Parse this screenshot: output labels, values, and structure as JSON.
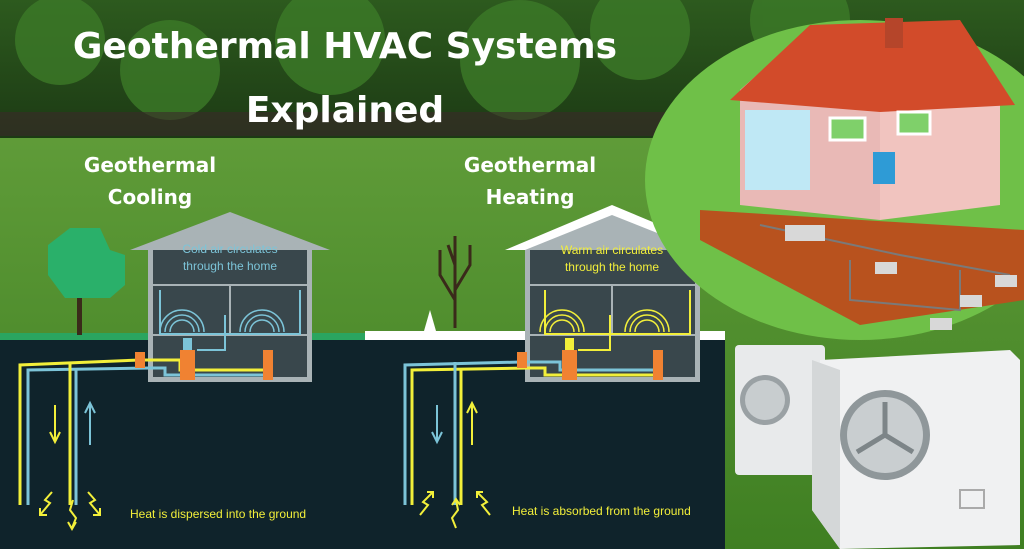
{
  "title": {
    "line1": "Geothermal HVAC Systems",
    "line2": "Explained"
  },
  "cooling": {
    "heading_line1": "Geothermal",
    "heading_line2": "Cooling",
    "house_text_line1": "Cold air circulates",
    "house_text_line2": "through the home",
    "ground_caption": "Heat is dispersed into the ground",
    "accent": "#7cc4d8"
  },
  "heating": {
    "heading_line1": "Geothermal",
    "heading_line2": "Heating",
    "house_text_line1": "Warm air circulates",
    "house_text_line2": "through the home",
    "ground_caption": "Heat is absorbed from the ground",
    "accent": "#f2ef3a"
  },
  "colors": {
    "ground": "#0f232b",
    "house": "#39474c",
    "house_frame": "#a9b3b6",
    "pump": "#f08232",
    "grass": "#4f8f2d"
  }
}
